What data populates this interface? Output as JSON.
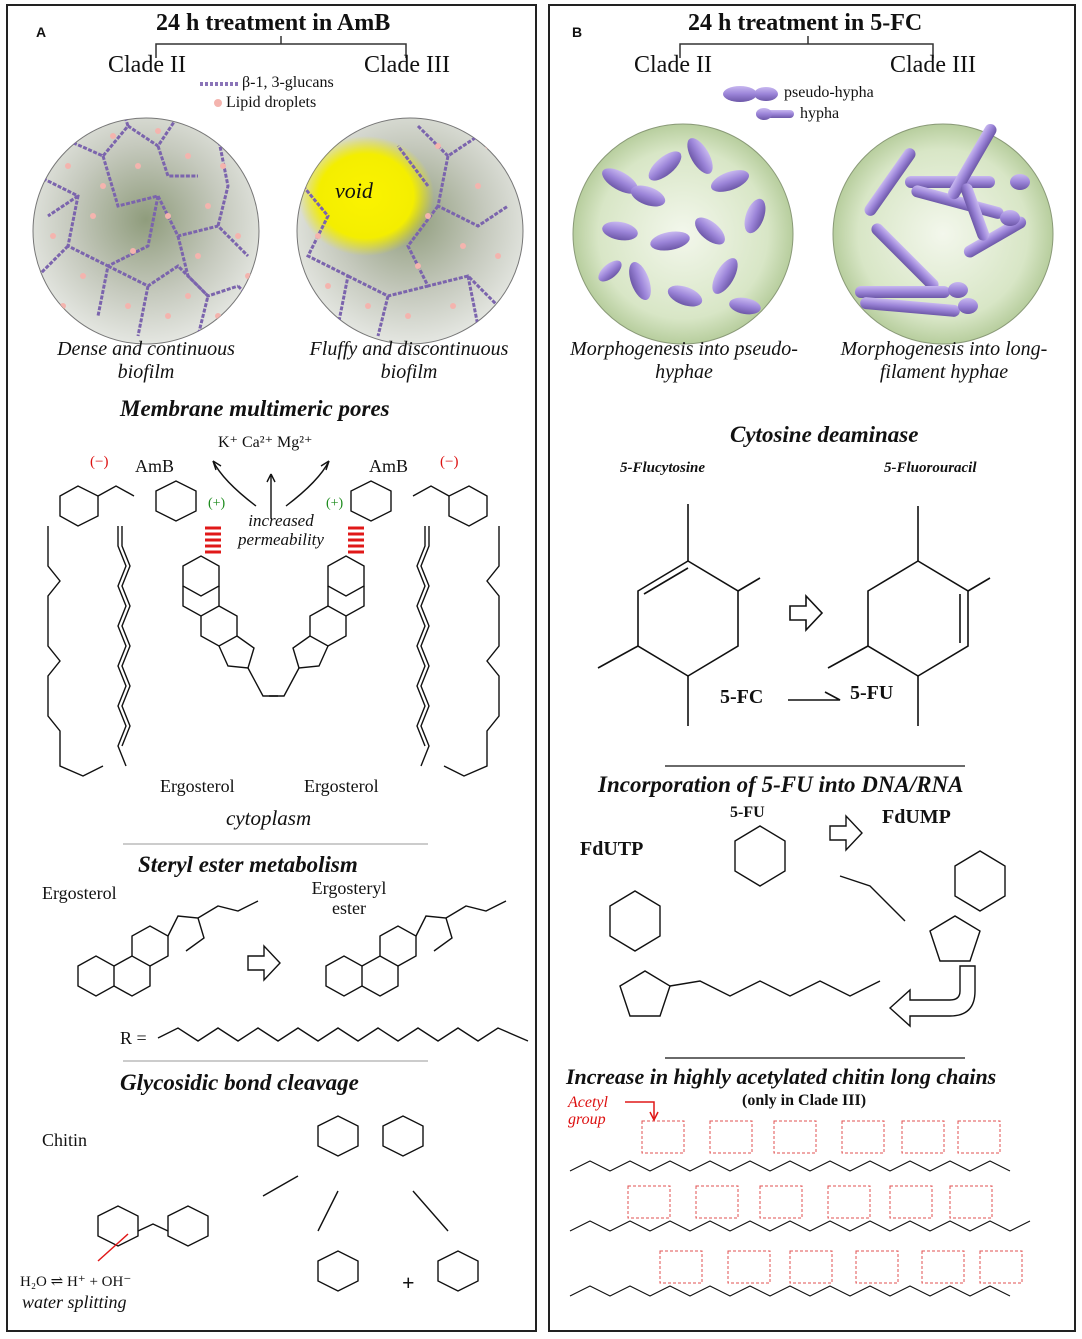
{
  "panel_a": {
    "letter": "A",
    "title": "24 h treatment in AmB",
    "clade_left": "Clade II",
    "clade_right": "Clade III",
    "legend_glucans": "β-1, 3-glucans",
    "legend_lipids": "Lipid droplets",
    "void_label": "void",
    "caption_left": "Dense and continuous biofilm",
    "caption_right": "Fluffy and discontinuous biofilm",
    "section_pores": "Membrane multimeric pores",
    "ions": "K⁺ Ca²⁺ Mg²⁺",
    "amb_label": "AmB",
    "negative_charge": "(−)",
    "positive_charge": "(+)",
    "increased_permeability": "increased permeability",
    "ergosterol_label": "Ergosterol",
    "cytoplasm": "cytoplasm",
    "section_steryl": "Steryl ester metabolism",
    "steryl_ergosterol": "Ergosterol",
    "steryl_ester": "Ergosteryl ester",
    "r_group": "R =",
    "section_glyco": "Glycosidic bond cleavage",
    "chitin_label": "Chitin",
    "water_eq": "H₂O ⇌ H⁺ + OH⁻",
    "water_splitting": "water splitting",
    "plus": "+"
  },
  "panel_b": {
    "letter": "B",
    "title": "24 h treatment in 5-FC",
    "clade_left": "Clade II",
    "clade_right": "Clade III",
    "legend_pseudo": "pseudo-hypha",
    "legend_hypha": "hypha",
    "caption_left": "Morphogenesis into pseudo-hyphae",
    "caption_right": "Morphogenesis into long-filament hyphae",
    "section_deaminase": "Cytosine deaminase",
    "flucytosine": "5-Flucytosine",
    "fluorouracil": "5-Fluorouracil",
    "fc_label": "5-FC",
    "fu_label": "5-FU",
    "section_incorp": "Incorporation of 5-FU into DNA/RNA",
    "fu_small": "5-FU",
    "fdump": "FdUMP",
    "fdutp": "FdUTP",
    "section_chitin": "Increase in highly acetylated chitin long chains",
    "only_clade": "(only in Clade III)",
    "acetyl_group": "Acetyl group"
  },
  "colors": {
    "glucan": "#8a74b8",
    "lipid": "#f4b4ae",
    "biofilm": "#9aa78a",
    "void": "#f4ee00",
    "hypha": "#9b84d8",
    "circle_green": "#c8dcb0",
    "red_accent": "#d11111",
    "green_accent": "#1a8a1a"
  }
}
